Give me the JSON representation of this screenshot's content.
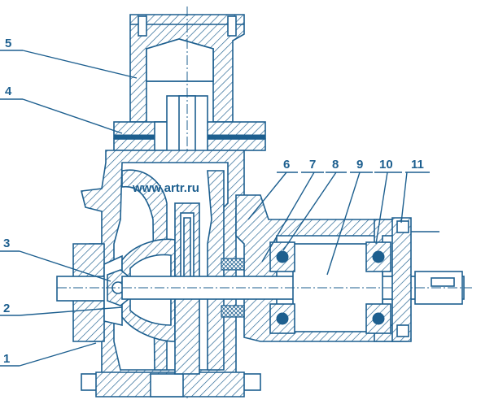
{
  "watermark": "www.artr.ru",
  "colors": {
    "ink": "#1d5f8f",
    "background": "#ffffff"
  },
  "labels": {
    "l1": "1",
    "l2": "2",
    "l3": "3",
    "l4": "4",
    "l5": "5",
    "l6": "6",
    "l7": "7",
    "l8": "8",
    "l9": "9",
    "l10": "10",
    "l11": "11"
  }
}
